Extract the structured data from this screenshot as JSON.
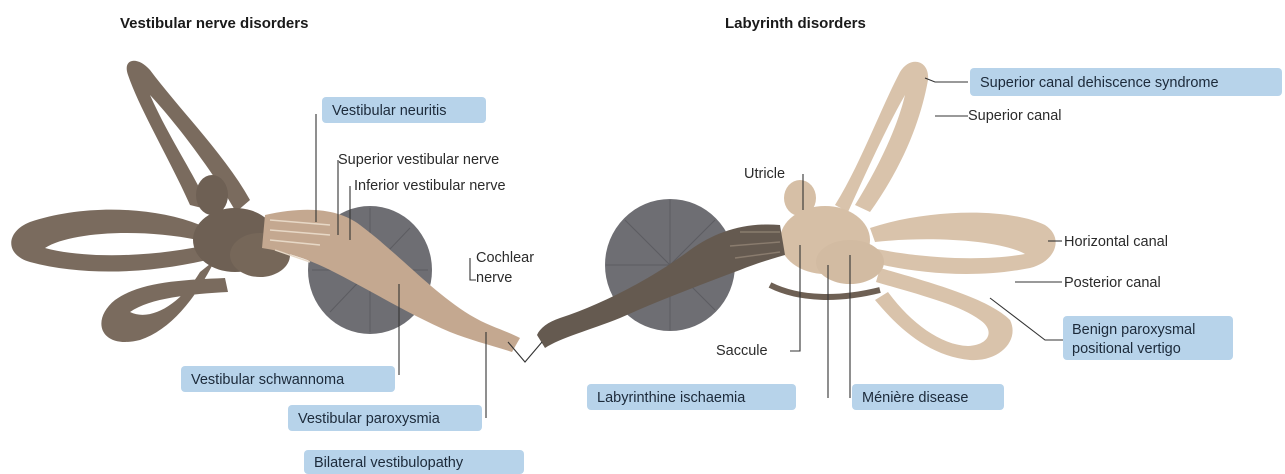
{
  "headings": {
    "left": "Vestibular nerve disorders",
    "right": "Labyrinth disorders"
  },
  "labels": {
    "superior_vestibular_nerve": "Superior vestibular nerve",
    "inferior_vestibular_nerve": "Inferior vestibular nerve",
    "cochlear_nerve_line1": "Cochlear",
    "cochlear_nerve_line2": "nerve",
    "utricle": "Utricle",
    "superior_canal": "Superior canal",
    "horizontal_canal": "Horizontal canal",
    "posterior_canal": "Posterior canal",
    "saccule": "Saccule"
  },
  "disorders": {
    "vestibular_neuritis": "Vestibular neuritis",
    "vestibular_schwannoma": "Vestibular schwannoma",
    "vestibular_paroxysmia": "Vestibular paroxysmia",
    "bilateral_vestibulopathy": "Bilateral vestibulopathy",
    "superior_canal_dehiscence": "Superior canal dehiscence syndrome",
    "bppv_line1": "Benign paroxysmal",
    "bppv_line2": "positional vertigo",
    "labyrinthine_ischaemia": "Labyrinthine ischaemia",
    "meniere": "Ménière disease"
  },
  "colors": {
    "highlight_box": "#b7d3ea",
    "left_labyrinth": "#7a6b5e",
    "right_labyrinth": "#d9c3ab",
    "cochlea": "#6e6e73",
    "nerve": "#c4a890"
  }
}
